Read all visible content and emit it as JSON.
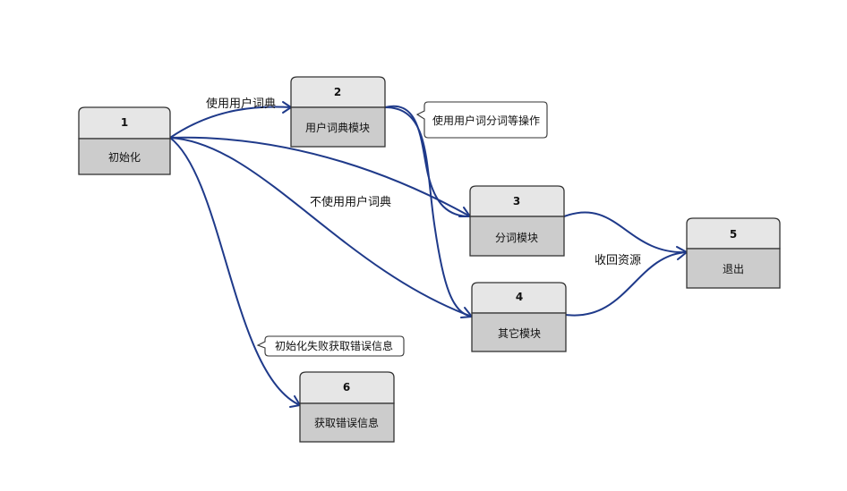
{
  "nodes": {
    "n1": {
      "number": "1",
      "label": "初始化"
    },
    "n2": {
      "number": "2",
      "label": "用户词典模块"
    },
    "n3": {
      "number": "3",
      "label": "分词模块"
    },
    "n4": {
      "number": "4",
      "label": "其它模块"
    },
    "n5": {
      "number": "5",
      "label": "退出"
    },
    "n6": {
      "number": "6",
      "label": "获取错误信息"
    }
  },
  "edge_labels": {
    "use_user_dict": "使用用户词典",
    "no_user_dict": "不使用用户词典",
    "release_resources": "收回资源"
  },
  "notes": {
    "user_dict_ops": "使用用户词分词等操作",
    "init_fail": "初始化失败获取错误信息"
  },
  "colors": {
    "edge": "#1f3a8a",
    "tab_fill": "#e6e6e6",
    "body_fill": "#cccccc"
  }
}
